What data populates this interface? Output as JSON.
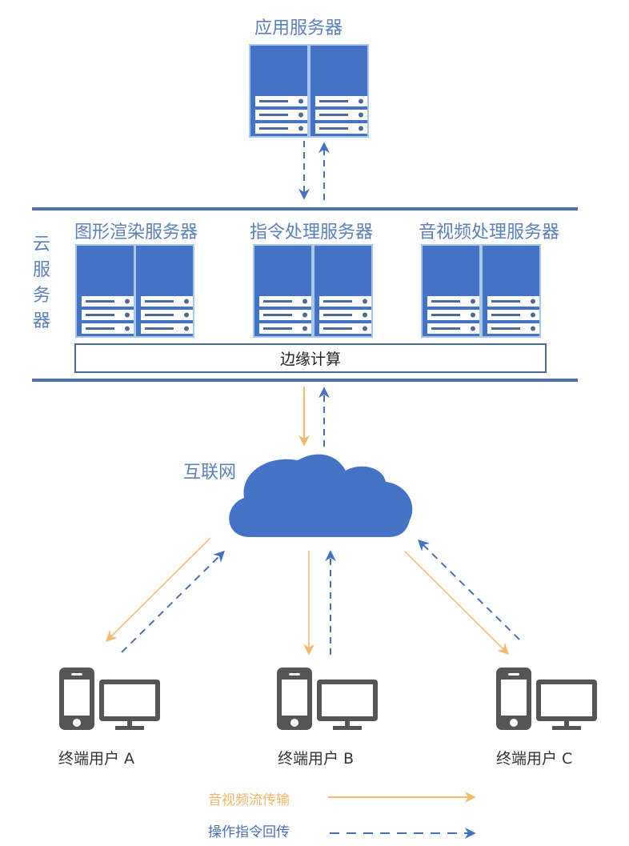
{
  "colors": {
    "server_blue": "#4472c4",
    "server_border": "#a9c9ec",
    "label_blue": "#5b7fb8",
    "divider_blue": "#4a6fae",
    "cloud_blue": "#4472c4",
    "stream_orange": "#f4b96a",
    "command_blue": "#4a6fae",
    "device_gray": "#555555"
  },
  "app_server": {
    "title": "应用服务器"
  },
  "cloud_servers": {
    "label": "云服务器",
    "label_chars": [
      "云",
      "服",
      "务",
      "器"
    ],
    "groups": [
      {
        "title": "图形渲染服务器"
      },
      {
        "title": "指令处理服务器"
      },
      {
        "title": "音视频处理服务器"
      }
    ],
    "edge_compute": "边缘计算"
  },
  "internet": {
    "label": "互联网"
  },
  "users": [
    {
      "label": "终端用户 A"
    },
    {
      "label": "终端用户 B"
    },
    {
      "label": "终端用户 C"
    }
  ],
  "legend": {
    "stream": "音视频流传输",
    "command": "操作指令回传"
  }
}
